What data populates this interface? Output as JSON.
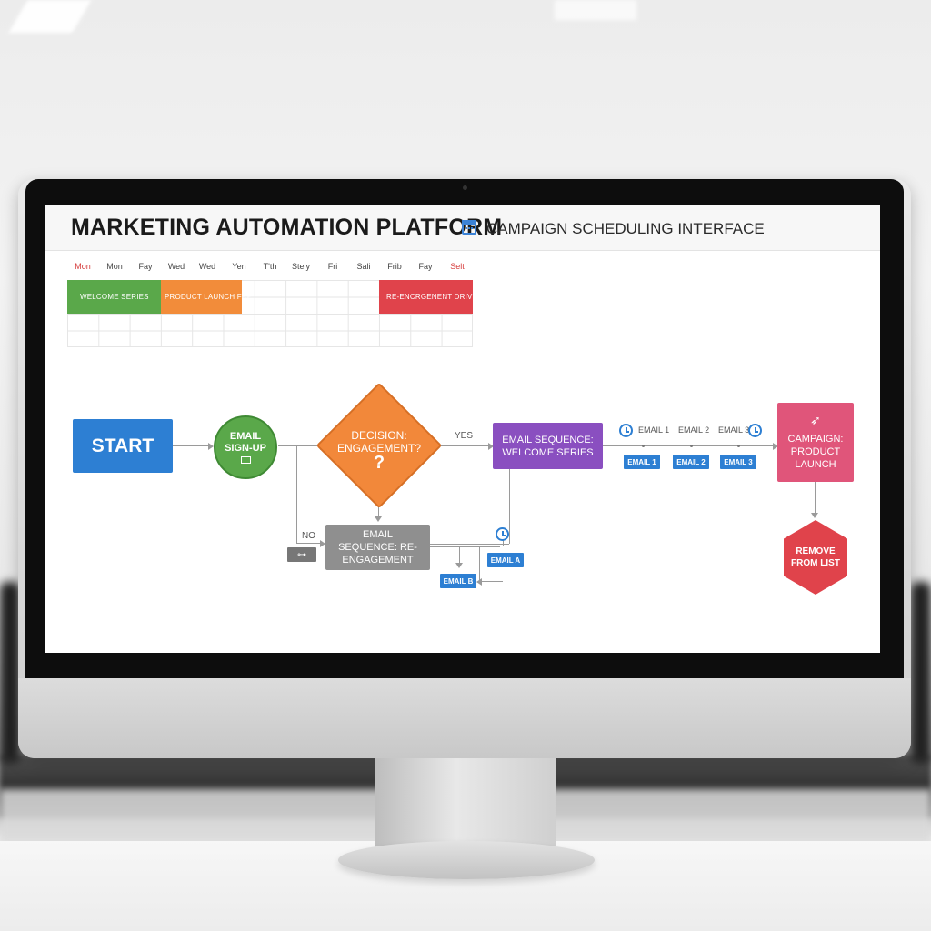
{
  "window": {
    "title": "MARKETING AUTOMATION PLATFORM",
    "subtitle": "CAMPAIGN SCHEDULING INTERFACE",
    "calendar_icon": "calendar-icon"
  },
  "calendar": {
    "days": [
      "Mon",
      "Mon",
      "Fay",
      "Wed",
      "Wed",
      "Yen",
      "T'th",
      "Stely",
      "Fri",
      "Sali",
      "Frib",
      "Fay",
      "Selt"
    ],
    "highlight_days": [
      0,
      12
    ],
    "campaigns": [
      {
        "label": "WELCOME SERIES",
        "color": "#5aa84a"
      },
      {
        "label": "PRODUCT LAUNCH FRP",
        "color": "#f28c3a"
      },
      {
        "label": "RE-ENCRGENENT DRIVE",
        "color": "#e0434b"
      }
    ]
  },
  "flow": {
    "start": {
      "label": "START",
      "color": "#2d7fd3"
    },
    "signup": {
      "label": "EMAIL SIGN-UP",
      "icon": "envelope-icon",
      "color": "#5aa84a"
    },
    "decision": {
      "label": "DECISION: ENGAGEMENT?",
      "mark": "?",
      "color": "#f2883a"
    },
    "yes_label": "YES",
    "no_label": "NO",
    "welcome": {
      "label": "EMAIL SEQUENCE: WELCOME SERIES",
      "color": "#8a4fc0"
    },
    "reengage": {
      "label": "EMAIL SEQUENCE: RE-ENGAGEMENT",
      "color": "#8f8f8f"
    },
    "link_icon": "link-icon",
    "timeline_labels": [
      "EMAIL 1",
      "EMAIL 2",
      "EMAIL 3"
    ],
    "timeline_chips": [
      "EMAIL 1",
      "EMAIL 2",
      "EMAIL 3"
    ],
    "email_a": "EMAIL A",
    "email_b": "EMAIL B",
    "campaign": {
      "label": "CAMPAIGN: PRODUCT LAUNCH",
      "icon": "rocket-icon",
      "color": "#e0557a"
    },
    "remove": {
      "label": "REMOVE FROM LIST",
      "color": "#e0434b"
    },
    "chip_color": "#2d7fd3"
  }
}
